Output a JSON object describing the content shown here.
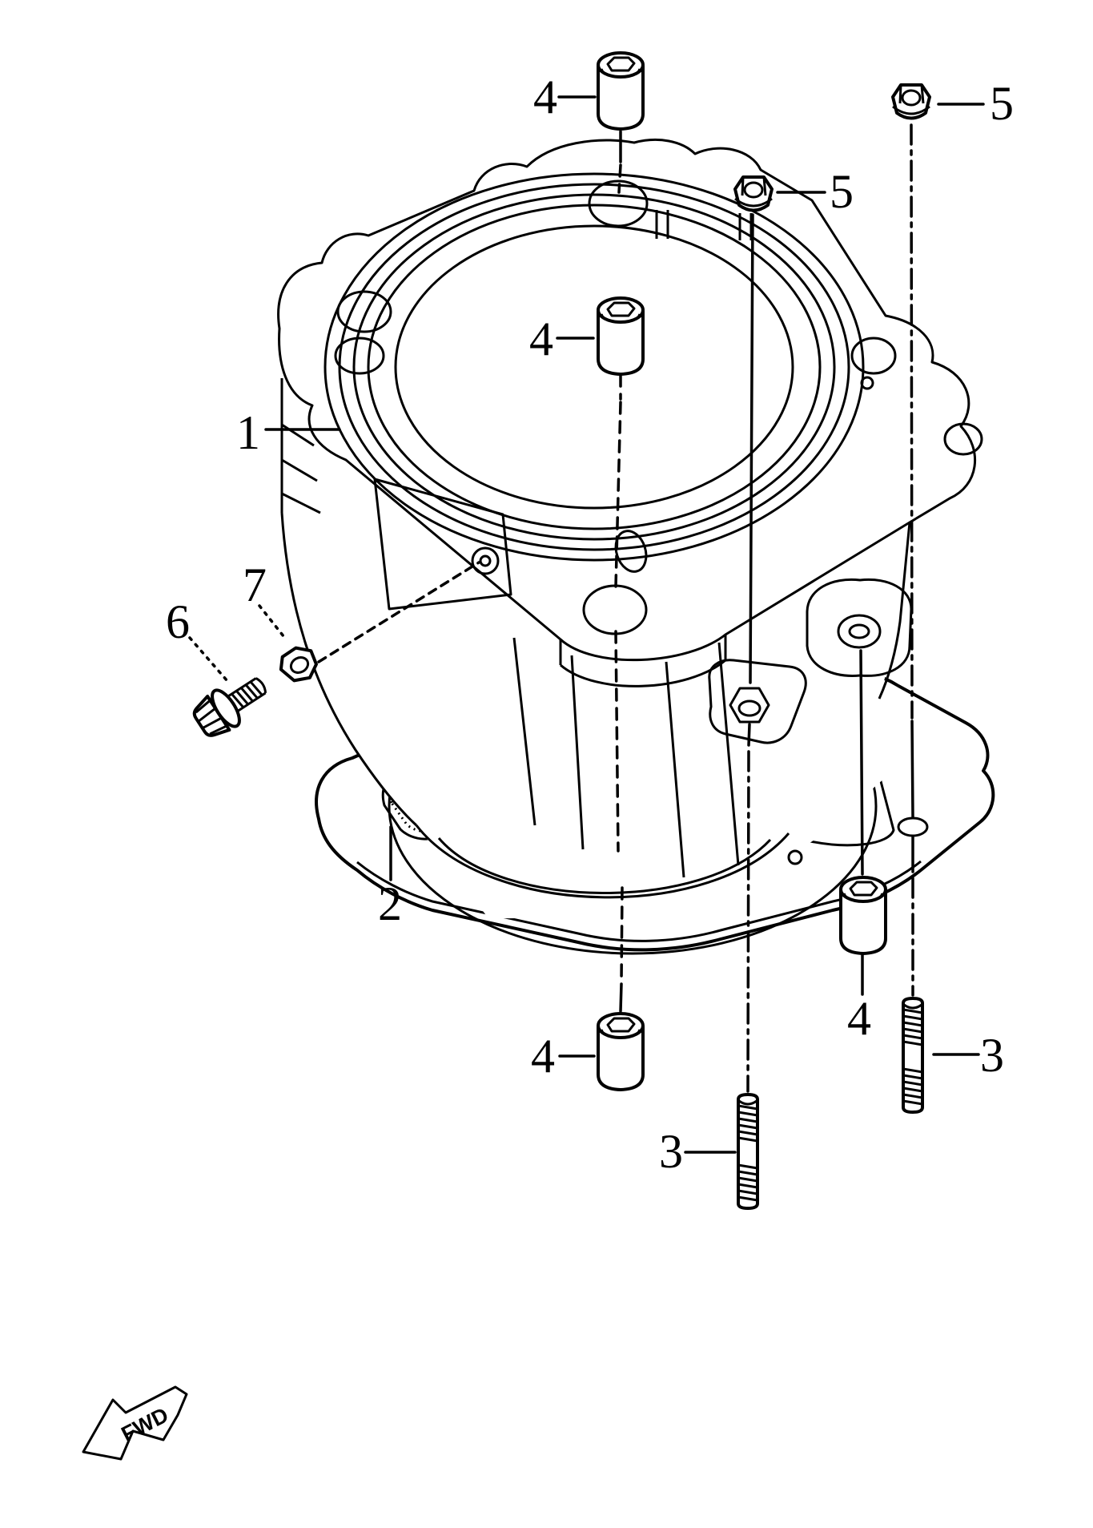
{
  "diagram": {
    "kind": "exploded-parts-diagram",
    "background_color": "#ffffff",
    "line_color": "#000000",
    "callouts": [
      {
        "label": "1",
        "part": "cylinder-body"
      },
      {
        "label": "2",
        "part": "cylinder-gasket"
      },
      {
        "label": "3",
        "part": "stud-bottom-center"
      },
      {
        "label": "3",
        "part": "stud-bottom-right"
      },
      {
        "label": "4",
        "part": "dowel-pin-top"
      },
      {
        "label": "4",
        "part": "dowel-pin-center"
      },
      {
        "label": "4",
        "part": "dowel-pin-lower-right"
      },
      {
        "label": "4",
        "part": "dowel-pin-bottom-center"
      },
      {
        "label": "5",
        "part": "flange-nut-top-right"
      },
      {
        "label": "5",
        "part": "flange-nut-upper-center"
      },
      {
        "label": "6",
        "part": "flange-bolt"
      },
      {
        "label": "7",
        "part": "washer"
      }
    ],
    "direction_arrow": {
      "label": "FWD"
    }
  }
}
